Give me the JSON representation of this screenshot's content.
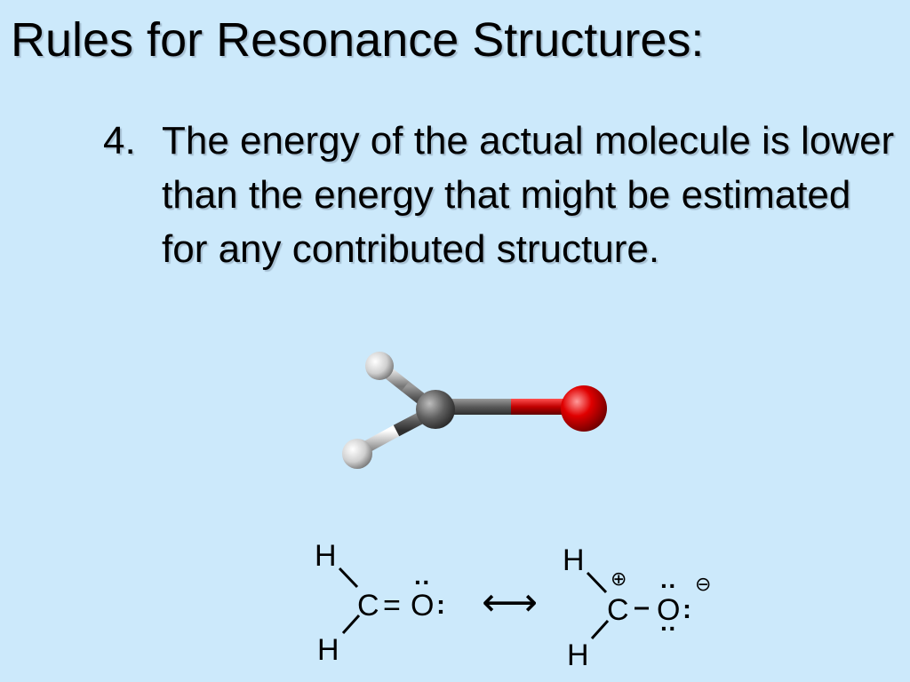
{
  "slide": {
    "title": "Rules for Resonance Structures:",
    "rule_number": "4.",
    "rule_text": "The energy of the actual molecule is lower than the energy that might be estimated for any contributed structure."
  },
  "model": {
    "colors": {
      "hydrogen": "#e8e8e8",
      "carbon": "#5a5a5a",
      "oxygen": "#d00000"
    }
  },
  "lewis": {
    "left": {
      "h_top": "H",
      "h_bottom": "H",
      "c": "C",
      "bond": "=",
      "o": "O",
      "colon": ":",
      "lone_pair_top": "··"
    },
    "arrow": "⟷",
    "right": {
      "h_top": "H",
      "h_bottom": "H",
      "c": "C",
      "o": "O",
      "colon": ":",
      "lone_pair_top": "··",
      "lone_pair_bottom": "··",
      "plus_charge": "⊕",
      "minus_charge": "⊖"
    }
  }
}
